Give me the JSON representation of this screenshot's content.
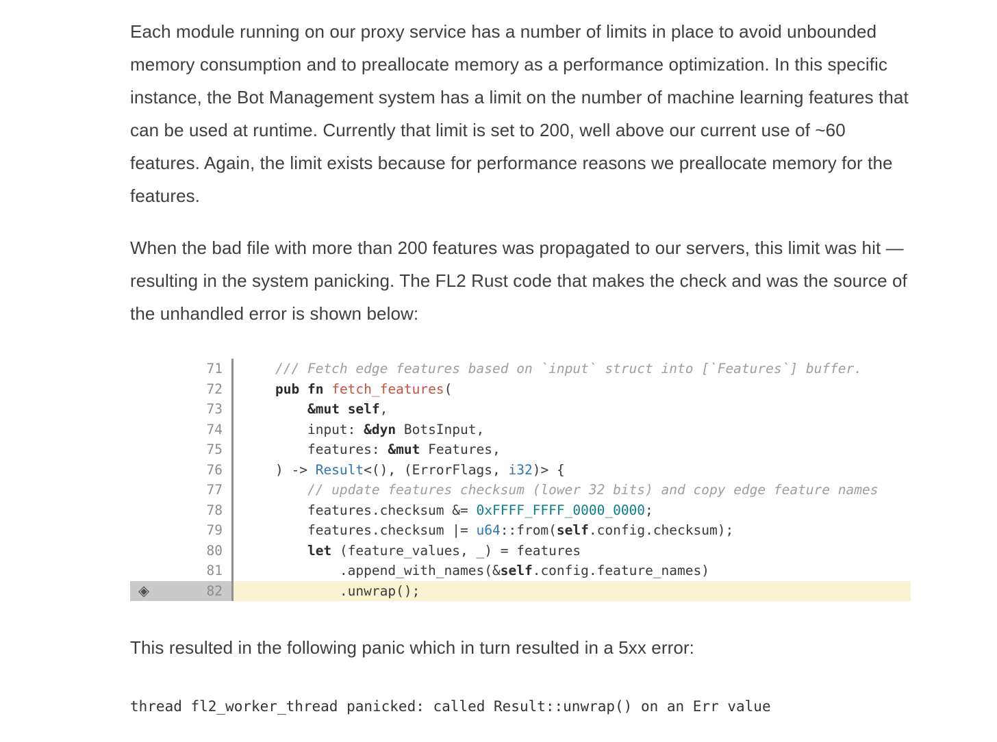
{
  "article": {
    "p1": "Each module running on our proxy service has a number of limits in place to avoid unbounded memory consumption and to preallocate memory as a performance optimization. In this specific instance, the Bot Management system has a limit on the number of machine learning features that can be used at runtime. Currently that limit is set to 200, well above our current use of ~60 features. Again, the limit exists because for performance reasons we preallocate memory for the features.",
    "p2": "When the bad file with more than 200 features was propagated to our servers, this limit was hit — resulting in the system panicking. The FL2 Rust code that makes the check and was the source of the unhandled error is shown below:",
    "p3": "This resulted in the following panic which in turn resulted in a 5xx error:",
    "panic_message": "thread fl2_worker_thread panicked: called Result::unwrap() on an Err value"
  },
  "code_block": {
    "gutter_icon_name": "diamond-marker-icon",
    "gutter_icon_glyph": "◈",
    "highlight_bg": "#faf3d1",
    "highlight_gutter_bg": "#c9c9c9",
    "divider_color": "#8f8f8f",
    "colors": {
      "plain": "#3a3a3a",
      "comment": "#9e9e9e",
      "kw": "#2b2b2b",
      "fn": "#c75146",
      "type": "#2e75b5",
      "num": "#0f7e8a",
      "line_number": "#8d8d8d"
    },
    "lines": [
      {
        "n": "71",
        "tokens": [
          {
            "c": "comment",
            "t": "/// Fetch edge features based on `input` struct into [`Features`] buffer."
          }
        ]
      },
      {
        "n": "72",
        "tokens": [
          {
            "c": "kw",
            "t": "pub fn"
          },
          {
            "c": "plain",
            "t": " "
          },
          {
            "c": "fn",
            "t": "fetch_features"
          },
          {
            "c": "plain",
            "t": "("
          }
        ]
      },
      {
        "n": "73",
        "tokens": [
          {
            "c": "plain",
            "t": "    "
          },
          {
            "c": "kw",
            "t": "&mut"
          },
          {
            "c": "plain",
            "t": " "
          },
          {
            "c": "kw",
            "t": "self"
          },
          {
            "c": "plain",
            "t": ","
          }
        ]
      },
      {
        "n": "74",
        "tokens": [
          {
            "c": "plain",
            "t": "    input: "
          },
          {
            "c": "kw",
            "t": "&dyn"
          },
          {
            "c": "plain",
            "t": " BotsInput,"
          }
        ]
      },
      {
        "n": "75",
        "tokens": [
          {
            "c": "plain",
            "t": "    features: "
          },
          {
            "c": "kw",
            "t": "&mut"
          },
          {
            "c": "plain",
            "t": " Features,"
          }
        ]
      },
      {
        "n": "76",
        "tokens": [
          {
            "c": "plain",
            "t": ") -> "
          },
          {
            "c": "type",
            "t": "Result"
          },
          {
            "c": "plain",
            "t": "<(), (ErrorFlags, "
          },
          {
            "c": "type",
            "t": "i32"
          },
          {
            "c": "plain",
            "t": ")> {"
          }
        ]
      },
      {
        "n": "77",
        "tokens": [
          {
            "c": "plain",
            "t": "    "
          },
          {
            "c": "comment",
            "t": "// update features checksum (lower 32 bits) and copy edge feature names"
          }
        ]
      },
      {
        "n": "78",
        "tokens": [
          {
            "c": "plain",
            "t": "    features.checksum &= "
          },
          {
            "c": "num",
            "t": "0xFFFF_FFFF_0000_0000"
          },
          {
            "c": "plain",
            "t": ";"
          }
        ]
      },
      {
        "n": "79",
        "tokens": [
          {
            "c": "plain",
            "t": "    features.checksum |= "
          },
          {
            "c": "type",
            "t": "u64"
          },
          {
            "c": "plain",
            "t": "::from("
          },
          {
            "c": "kw",
            "t": "self"
          },
          {
            "c": "plain",
            "t": ".config.checksum);"
          }
        ]
      },
      {
        "n": "80",
        "tokens": [
          {
            "c": "plain",
            "t": "    "
          },
          {
            "c": "kw",
            "t": "let"
          },
          {
            "c": "plain",
            "t": " (feature_values, _) = features"
          }
        ]
      },
      {
        "n": "81",
        "tokens": [
          {
            "c": "plain",
            "t": "        .append_with_names(&"
          },
          {
            "c": "kw",
            "t": "self"
          },
          {
            "c": "plain",
            "t": ".config.feature_names)"
          }
        ]
      },
      {
        "n": "82",
        "hl": true,
        "icon": true,
        "tokens": [
          {
            "c": "plain",
            "t": "        .unwrap();"
          }
        ]
      }
    ]
  }
}
